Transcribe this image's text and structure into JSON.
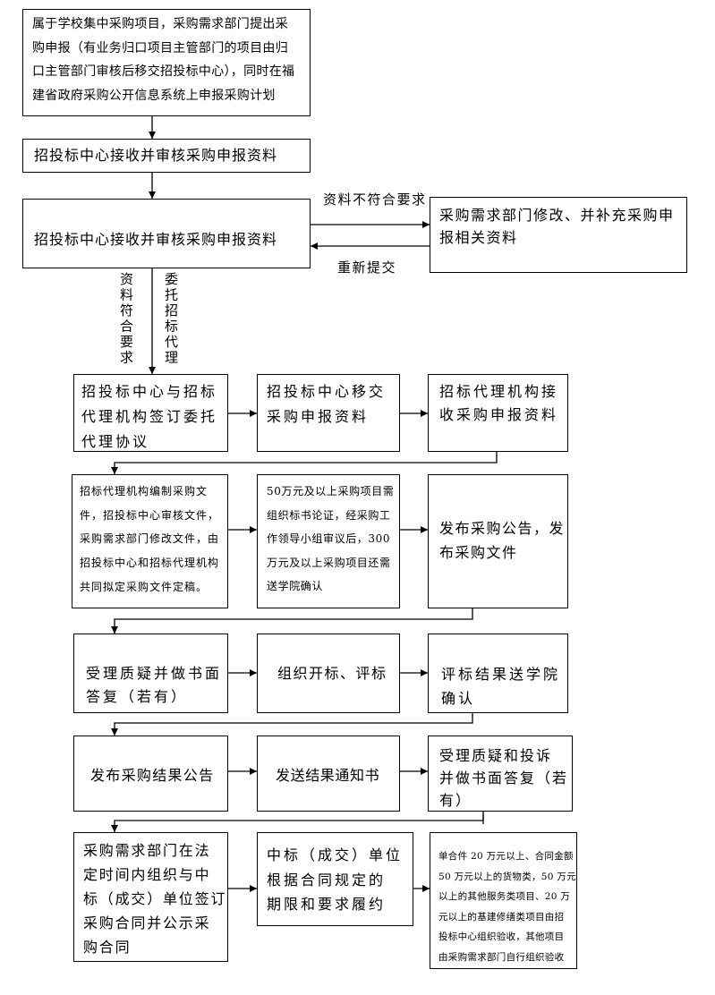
{
  "steps": {
    "submit_application": {
      "lines": [
        "属于学校集中采购项目，采购需求部门提出采",
        "购申报（有业务归口项目主管部门的项目由归",
        "口主管部门审核后移交招投标中心），同时在福",
        "建省政府采购公开信息系统上申报采购计划"
      ]
    },
    "center_review_1": {
      "lines": [
        "招投标中心接收并审核采购申报资料"
      ]
    },
    "center_review_2": {
      "lines": [
        "招投标中心接收并审核采购申报资料"
      ]
    },
    "revise_supplement": {
      "lines": [
        "采购需求部门修改、并补充采购申",
        "报相关资料"
      ]
    },
    "sign_agency_agreement": {
      "lines": [
        "招投标中心与招标",
        "代理机构签订委托",
        "代理协议"
      ]
    },
    "transfer_materials": {
      "lines": [
        "招投标中心移交",
        "采购申报资料"
      ]
    },
    "agency_receive": {
      "lines": [
        "招标代理机构接",
        "收采购申报资料"
      ]
    },
    "prepare_documents": {
      "lines": [
        "招标代理机构编制采购文",
        "件，招投标中心审核文件，",
        "采购需求部门修改文件，由",
        "招投标中心和招标代理机构",
        "共同拟定采购文件定稿。"
      ]
    },
    "bid_document_review": {
      "lines": [
        "50万元及以上采购项目需",
        "组织标书论证，经采购工",
        "作领导小组审议后，300",
        "万元及以上采购项目还需",
        "送学院确认"
      ]
    },
    "publish_announcement": {
      "lines": [
        "发布采购公告，发",
        "布采购文件"
      ]
    },
    "handle_queries": {
      "lines": [
        "受理质疑并做书面",
        "答复（若有）"
      ]
    },
    "open_evaluate": {
      "lines": [
        "组织开标、评标"
      ]
    },
    "results_confirm": {
      "lines": [
        "评标结果送学院",
        "确认"
      ]
    },
    "publish_results": {
      "lines": [
        "发布采购结果公告"
      ]
    },
    "send_notice": {
      "lines": [
        "发送结果通知书"
      ]
    },
    "handle_complaints": {
      "lines": [
        "受理质疑和投诉",
        "并做书面答复（若",
        "有）"
      ]
    },
    "sign_contract": {
      "lines": [
        "采购需求部门在法",
        "定时间内组织与中",
        "标（成交）单位签订",
        "采购合同并公示采",
        "购合同"
      ]
    },
    "perform_contract": {
      "lines": [
        "中标（成交）单位",
        "根据合同规定的",
        "期限和要求履约"
      ]
    },
    "acceptance": {
      "lines": [
        "单合件 20 万元以上、合同金额",
        "50 万元以上的货物类，50 万元",
        "以上的其他服务类项目、20 万",
        "元以上的基建修缮类项目由招",
        "投标中心组织验收，其他项目",
        "由采购需求部门自行组织验收"
      ]
    }
  },
  "edge_labels": {
    "not_compliant": "资料不符合要求",
    "resubmit": "重新提交",
    "compliant": "资料符合要求",
    "entrust_agent": "委托招标代理"
  },
  "colors": {
    "line": "#000000",
    "background": "#ffffff"
  }
}
